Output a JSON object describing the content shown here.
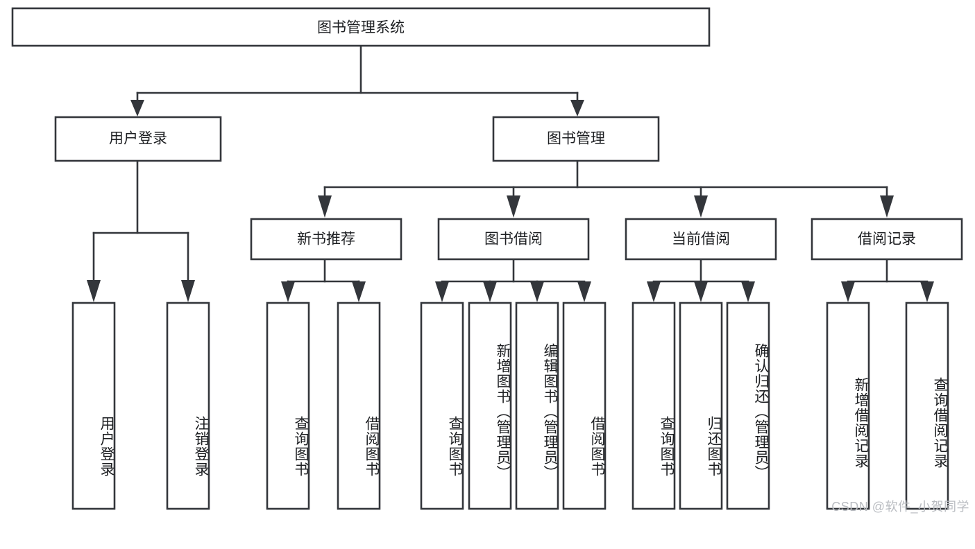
{
  "diagram": {
    "type": "hierarchy-tree",
    "title": "图书管理系统",
    "orientation": "top-down",
    "colors": {
      "box_fill": "#ffffff",
      "box_stroke": "#33363b",
      "connector": "#33363b",
      "text": "#1d1f22",
      "watermark": "#b9bcc1",
      "background": "#ffffff"
    },
    "root": {
      "label": "图书管理系统"
    },
    "level2": [
      {
        "id": "user-login",
        "label": "用户登录"
      },
      {
        "id": "book-manage",
        "label": "图书管理"
      }
    ],
    "level3": [
      {
        "id": "new-book-recommend",
        "label": "新书推荐",
        "parent": "book-manage"
      },
      {
        "id": "book-borrow",
        "label": "图书借阅",
        "parent": "book-manage"
      },
      {
        "id": "current-borrow",
        "label": "当前借阅",
        "parent": "book-manage"
      },
      {
        "id": "borrow-record",
        "label": "借阅记录",
        "parent": "book-manage"
      }
    ],
    "leaves": {
      "user-login": [
        {
          "id": "leaf-user-login",
          "label": "用户登录"
        },
        {
          "id": "leaf-logout",
          "label": "注销登录"
        }
      ],
      "new-book-recommend": [
        {
          "id": "leaf-query-book-1",
          "label": "查询图书"
        },
        {
          "id": "leaf-borrow-book-1",
          "label": "借阅图书"
        }
      ],
      "book-borrow": [
        {
          "id": "leaf-query-book-2",
          "label": "查询图书"
        },
        {
          "id": "leaf-add-book",
          "label": "新增图书（管理员）"
        },
        {
          "id": "leaf-edit-book",
          "label": "编辑图书（管理员）"
        },
        {
          "id": "leaf-borrow-book-2",
          "label": "借阅图书"
        }
      ],
      "current-borrow": [
        {
          "id": "leaf-query-book-3",
          "label": "查询图书"
        },
        {
          "id": "leaf-return-book",
          "label": "归还图书"
        },
        {
          "id": "leaf-confirm-return",
          "label": "确认归还（管理员）"
        }
      ],
      "borrow-record": [
        {
          "id": "leaf-add-record",
          "label": "新增借阅记录"
        },
        {
          "id": "leaf-query-record",
          "label": "查询借阅记录"
        }
      ]
    }
  },
  "watermark": {
    "text": "CSDN @软件_小贺同学"
  }
}
